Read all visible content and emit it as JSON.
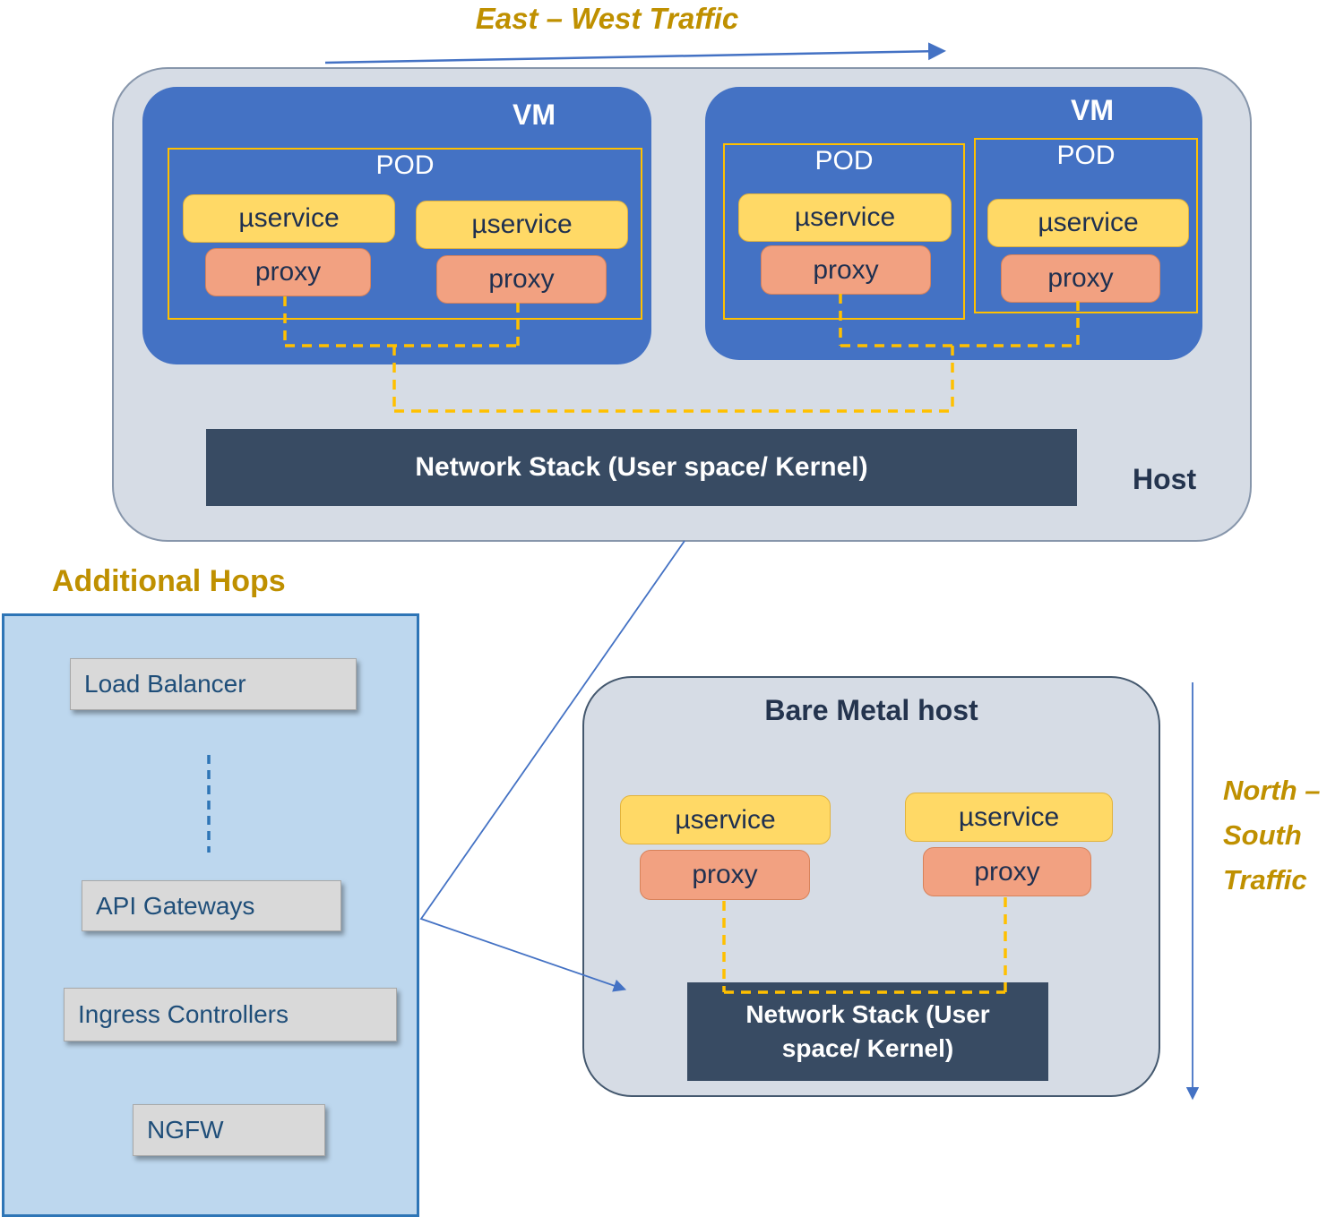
{
  "titles": {
    "east_west": "East – West Traffic",
    "north_south": "North –\nSouth\nTraffic",
    "additional_hops": "Additional Hops"
  },
  "host": {
    "label": "Host",
    "vm_label": "VM",
    "pod_label": "POD",
    "microservice_label": "µservice",
    "proxy_label": "proxy",
    "network_stack": "Network Stack (User space/ Kernel)"
  },
  "bare_metal": {
    "label": "Bare Metal host",
    "microservice_label": "µservice",
    "proxy_label": "proxy",
    "network_stack": "Network Stack (User space/ Kernel)"
  },
  "additional_hops": {
    "items": [
      "Load Balancer",
      "API Gateways",
      "Ingress Controllers",
      "NGFW"
    ]
  },
  "colors": {
    "vm_fill": "#4472C4",
    "pod_border": "#FFC000",
    "microservice_fill": "#FFD966",
    "proxy_fill": "#F2A181",
    "network_stack_fill": "#384B63",
    "host_fill": "#D6DCE5",
    "gold_text": "#BF9000",
    "hops_panel_fill": "#BDD7EE",
    "hops_panel_border": "#2E75B6",
    "hop_item_fill": "#D9D9D9",
    "hop_item_text": "#1F4E79",
    "connector_dash": "#FFC000",
    "line_blue": "#4472C4"
  }
}
